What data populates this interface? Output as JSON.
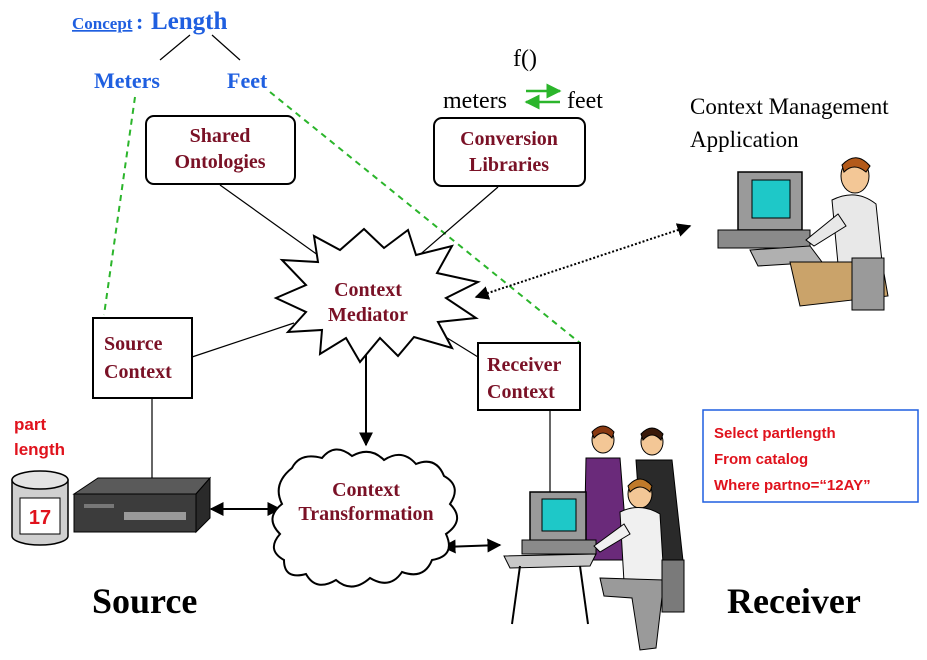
{
  "concept": {
    "prefix": "Concept",
    "colon": ":",
    "name": "Length",
    "units": [
      "Meters",
      "Feet"
    ]
  },
  "conversion": {
    "function": "f()",
    "from_unit": "meters",
    "to_unit": "feet"
  },
  "nodes": {
    "shared_ontologies": [
      "Shared",
      "Ontologies"
    ],
    "conversion_libraries": [
      "Conversion",
      "Libraries"
    ],
    "context_mediator": [
      "Context",
      "Mediator"
    ],
    "source_context": [
      "Source",
      "Context"
    ],
    "receiver_context": [
      "Receiver",
      "Context"
    ],
    "context_transformation": [
      "Context",
      "Transformation"
    ]
  },
  "management_app": [
    "Context Management",
    "Application"
  ],
  "database": {
    "label": [
      "part",
      "length"
    ],
    "value": "17"
  },
  "query": [
    "Select partlength",
    "From catalog",
    "Where partno=“12AY”"
  ],
  "captions": {
    "source": "Source",
    "receiver": "Receiver"
  },
  "colors": {
    "node_text": "#7a1126",
    "concept_blue": "#1f5fe0",
    "dashed_green": "#2bb52b",
    "query_red": "#e0121c",
    "query_border": "#1f5fe0"
  }
}
